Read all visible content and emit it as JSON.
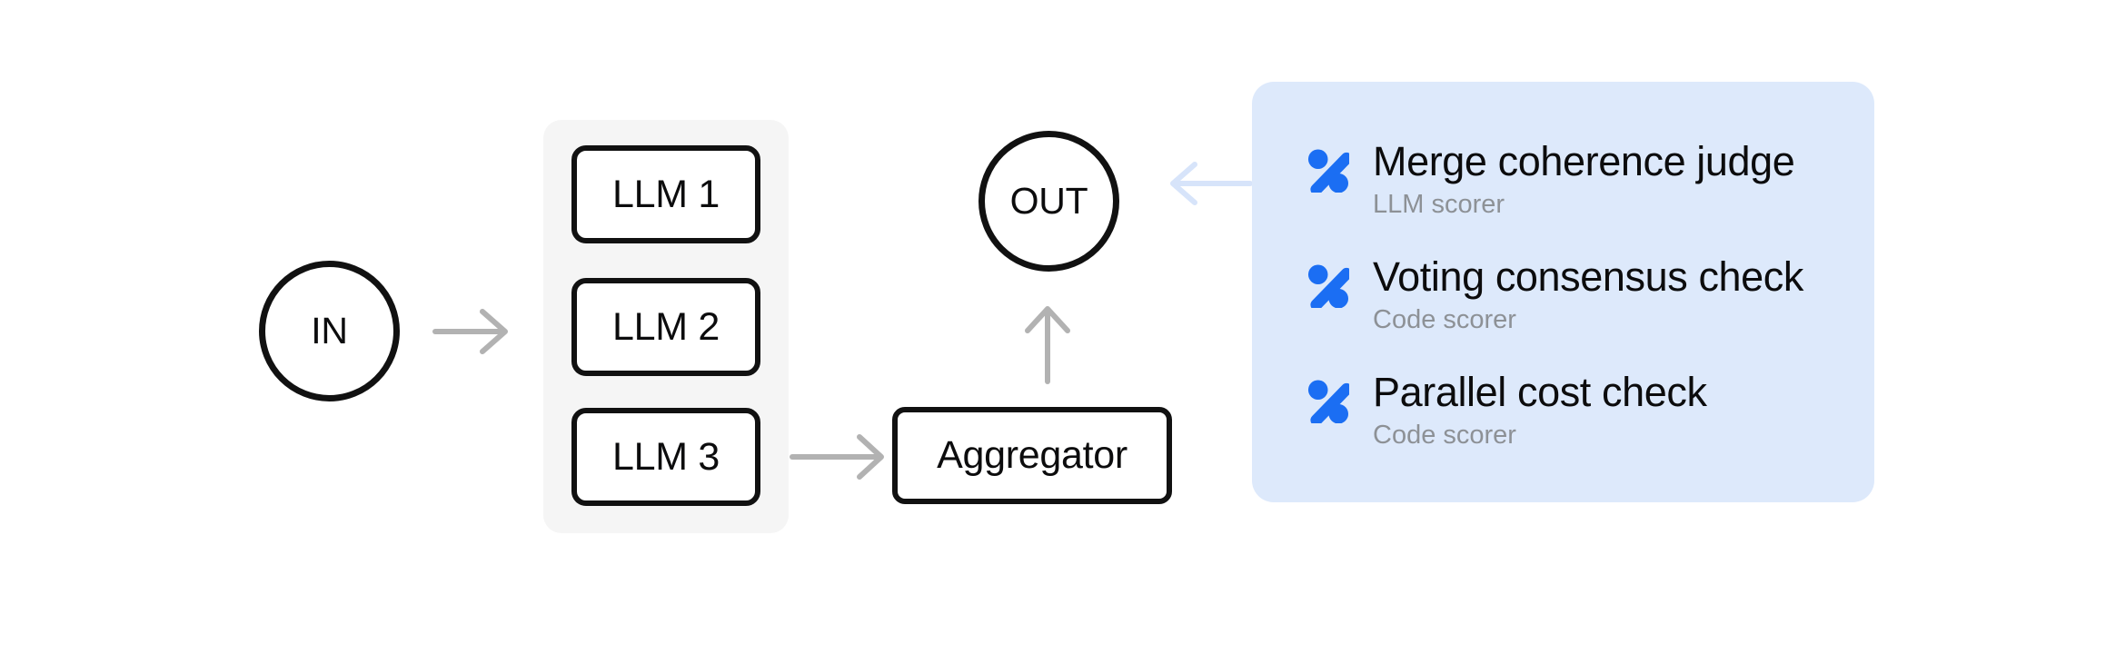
{
  "colors": {
    "canvas_background": "#ffffff",
    "accent_blue": "#1b6ef3",
    "panel_blue": "#dde9fb",
    "panel_arrow_blue": "#d7e4fa",
    "arrow_gray": "#b2b2b2",
    "node_border": "#111111",
    "group_background": "#f5f5f5",
    "title_text": "#0c0c0d",
    "subtitle_text": "#8d9196"
  },
  "nodes": {
    "input": {
      "label": "IN"
    },
    "output": {
      "label": "OUT"
    },
    "aggregator": {
      "label": "Aggregator"
    },
    "llms": [
      {
        "label": "LLM 1"
      },
      {
        "label": "LLM 2"
      },
      {
        "label": "LLM 3"
      }
    ]
  },
  "scorer_panel": {
    "items": [
      {
        "title": "Merge coherence judge",
        "subtitle": "LLM scorer",
        "icon": "percent-scorer-icon"
      },
      {
        "title": "Voting consensus check",
        "subtitle": "Code scorer",
        "icon": "percent-scorer-icon"
      },
      {
        "title": "Parallel cost check",
        "subtitle": "Code scorer",
        "icon": "percent-scorer-icon"
      }
    ]
  }
}
